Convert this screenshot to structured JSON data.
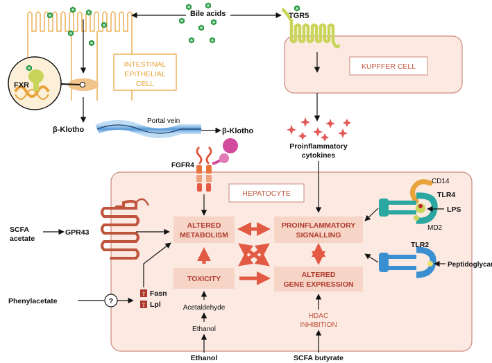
{
  "labels": {
    "bile_acids": "Bile acids",
    "tgr5": "TGR5",
    "intestinal_line1": "INTESTINAL",
    "intestinal_line2": "EPITHELIAL",
    "intestinal_line3": "CELL",
    "kupffer": "KUPFFER CELL",
    "fxr": "FXR",
    "beta_klotho_left": "β-Klotho",
    "portal_vein": "Portal vein",
    "beta_klotho_right": "β-Klotho",
    "proinflam_cyto_line1": "Proinflammatory",
    "proinflam_cyto_line2": "cytokines",
    "fgfr4": "FGFR4",
    "hepatocyte": "HEPATOCYTE",
    "cd14": "CD14",
    "tlr4": "TLR4",
    "lps": "LPS",
    "md2": "MD2",
    "scfa_line1": "SCFA",
    "scfa_line2": "acetate",
    "gpr43": "GPR43",
    "altered_metab_line1": "ALTERED",
    "altered_metab_line2": "METABOLISM",
    "proinflam_sig_line1": "PROINFLAMMATORY",
    "proinflam_sig_line2": "SIGNALLING",
    "toxicity": "TOXICITY",
    "altered_gene_line1": "ALTERED",
    "altered_gene_line2": "GENE EXPRESSION",
    "tlr2": "TLR2",
    "peptidoglycan": "Peptidoglycan",
    "phenylacetate": "Phenylacetate",
    "question": "?",
    "fasn": "Fasn",
    "lpl": "Lpl",
    "up_arrow": "⇧",
    "acetaldehyde": "Acetaldehyde",
    "ethanol_inner": "Ethanol",
    "hdac_line1": "HDAC",
    "hdac_line2": "INHIBITION",
    "ethanol_bottom": "Ethanol",
    "scfa_butyrate": "SCFA butyrate"
  },
  "colors": {
    "orange": "#e8a33a",
    "cell_fill": "#fbe9e2",
    "cell_stroke": "#c98a7c",
    "box_fill": "#f6d4c6",
    "box_text": "#b03a2e",
    "red_arrow": "#e25a43",
    "green": "#2e9b47",
    "teal": "#2aa7a0",
    "blue": "#3a8fd1",
    "vein_blue": "#7fb6e6"
  }
}
